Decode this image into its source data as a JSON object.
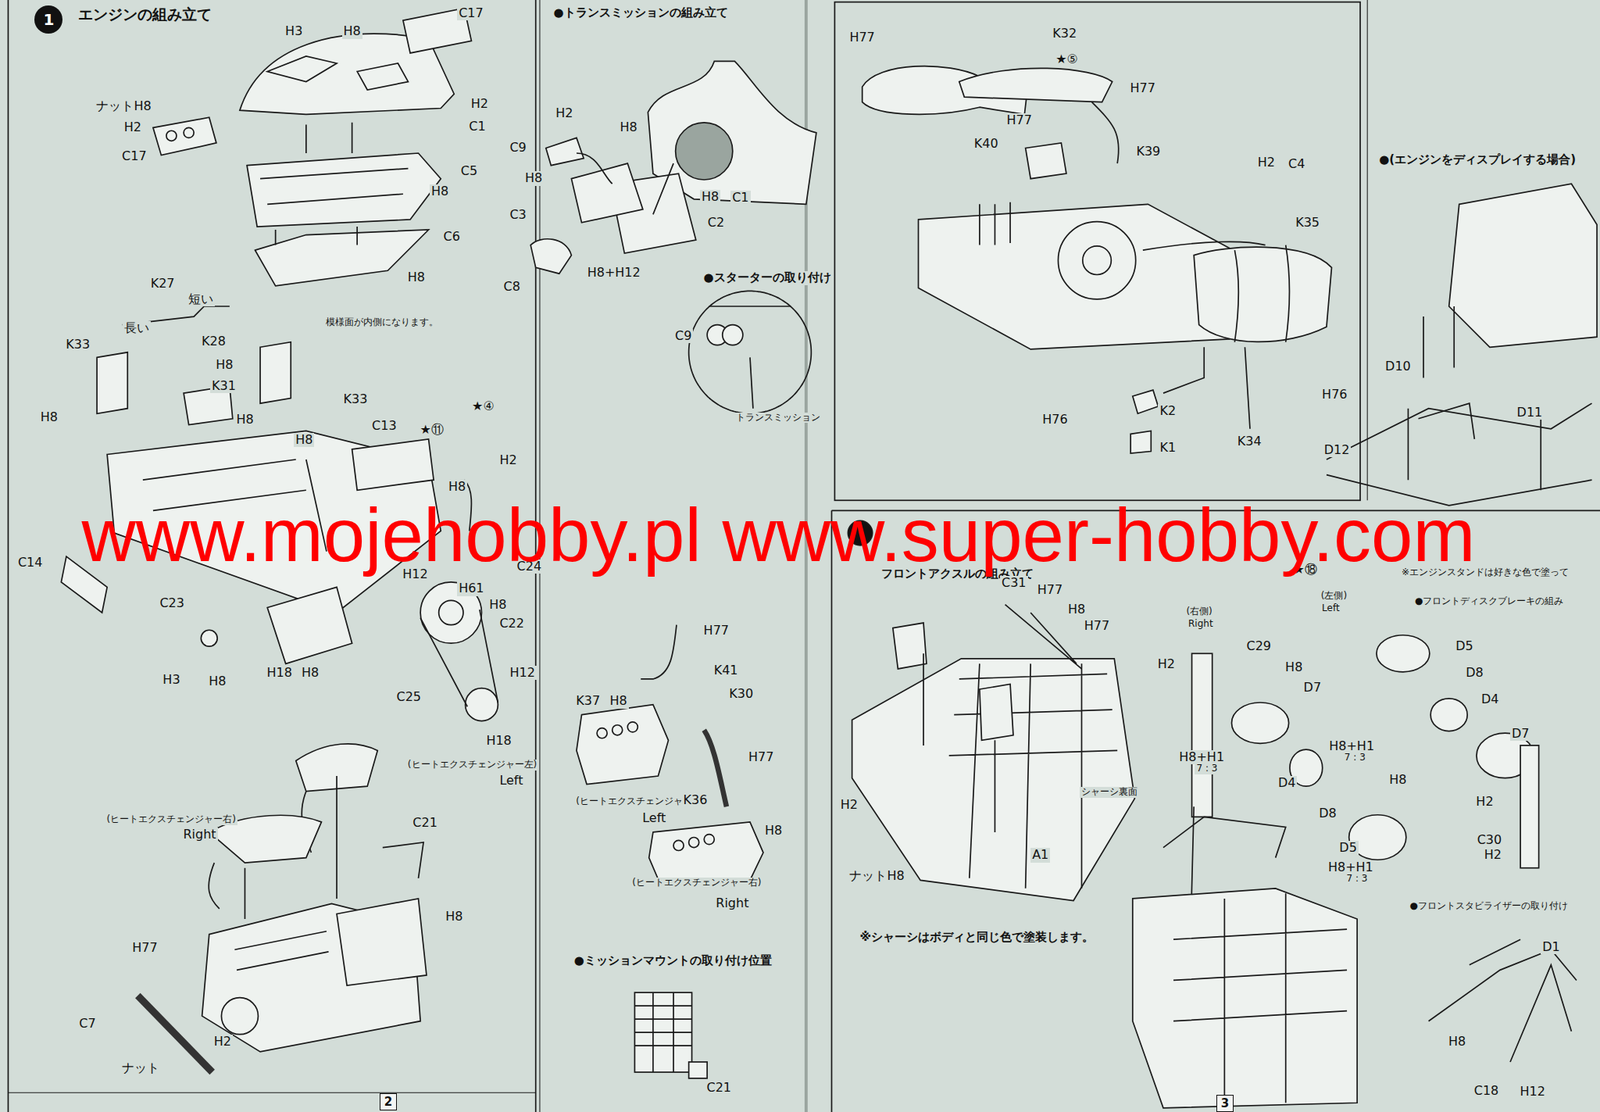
{
  "diagram": {
    "nodes": [
      {
        "text": [
          "1"
        ]
      },
      {
        "text": [
          "2"
        ]
      },
      {
        "text": [
          "3"
        ]
      }
    ],
    "labels": [
      "エンジンの組み立て",
      "H3",
      "H8",
      "C17",
      "ナットH8",
      "H2",
      "C17",
      "H2",
      "C1",
      "C5",
      "H8",
      "C6",
      "H8",
      "K27",
      "短い",
      "長い",
      "模様面が内側になります。",
      "K33",
      "K28",
      "H8",
      "K31",
      "H8",
      "K33",
      "H8",
      "H8",
      "C13",
      "★⑪",
      "★④",
      "H2",
      "H8",
      "H12",
      "C24",
      "H61",
      "H8",
      "C22",
      "H12",
      "C25",
      "H18",
      "C14",
      "C23",
      "H3",
      "H8",
      "H18",
      "H8",
      "(ヒートエクスチェンジャー左)",
      "Left",
      "(ヒートエクスチェンジャー右)",
      "Right",
      "C21",
      "H8",
      "H77",
      "C7",
      "H2",
      "ナット",
      "●トランスミッションの組み立て",
      "H2",
      "C9",
      "H8",
      "H8",
      "H8",
      "C1",
      "C3",
      "C2",
      "C8",
      "H8+H12",
      "●スターターの取り付け",
      "C9",
      "トランスミッション",
      "H77",
      "K41",
      "K37",
      "H8",
      "K30",
      "H77",
      "(ヒートエクスチェンジャー左)",
      "Left",
      "K36",
      "H8",
      "(ヒートエクスチェンジャー右)",
      "Right",
      "●ミッションマウントの取り付け位置",
      "C21",
      "H77",
      "K32",
      "★⑤",
      "H77",
      "H77",
      "K40",
      "K39",
      "H2",
      "C4",
      "K35",
      "H76",
      "K2",
      "H76",
      "K1",
      "K34",
      "●(エンジンをディスプレイする場合)",
      "D10",
      "D11",
      "D12",
      "※エンジンスタンドは好きな色で塗って",
      "●フロントディスクブレーキの組み",
      "www.mojehobby.pl www.super-hobby.com",
      "フロントアクスルの組み立て",
      "★⑱",
      "C31",
      "H77",
      "H8",
      "H77",
      "(右側)",
      "Right",
      "(左側)",
      "Left",
      "C29",
      "H2",
      "H8",
      "D7",
      "H8+H1",
      "7 : 3",
      "H8+H1",
      "7 : 3",
      "D4",
      "H8",
      "D8",
      "D5",
      "H8+H1",
      "7 : 3",
      "シャーシ裏面",
      "H2",
      "A1",
      "ナットH8",
      "※シャーシはボディと同じ色で塗装します。",
      "D5",
      "D8",
      "D4",
      "D7",
      "H2",
      "C30",
      "H2",
      "●フロントスタビライザーの取り付け",
      "D1",
      "H8",
      "C18",
      "H12"
    ]
  }
}
